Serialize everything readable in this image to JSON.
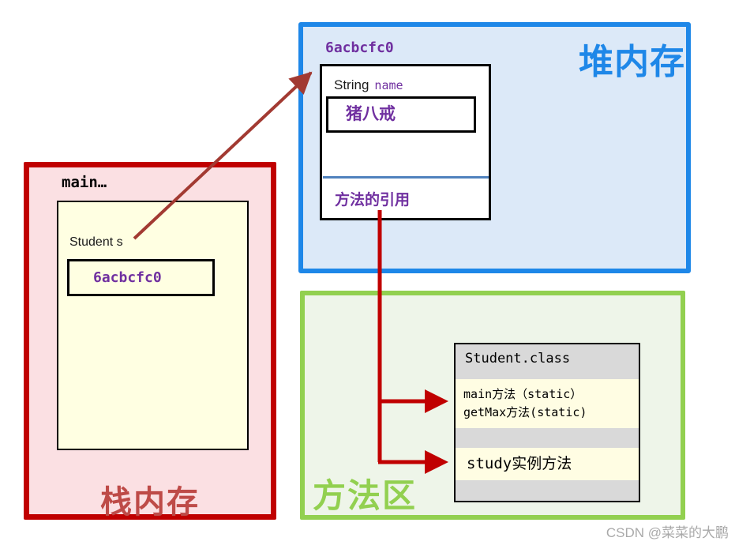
{
  "heap": {
    "title": "堆内存",
    "address": "6acbcfc0",
    "object": {
      "field_type": "String",
      "field_name": "name",
      "field_value": "猪八戒",
      "methods_ref_label": "方法的引用"
    }
  },
  "stack": {
    "title": "栈内存",
    "frame_label": "main…",
    "variable": "Student s",
    "address": "6acbcfc0"
  },
  "method_area": {
    "title": "方法区",
    "class_box": {
      "header": "Student.class",
      "static_methods": [
        "main方法（static）",
        "getMax方法(static)"
      ],
      "instance_method": "study实例方法"
    }
  },
  "watermark": {
    "text": "CSDN @菜菜的大鹏"
  },
  "colors": {
    "heap_border": "#1E87E8",
    "heap_fill": "#DCE9F8",
    "stack_border": "#C00000",
    "stack_fill": "#FBE0E3",
    "stack_title": "#BE4B48",
    "method_border": "#92D050",
    "method_fill": "#EEF5E9",
    "purple_text": "#7030A0",
    "divider_blue": "#4F81BD",
    "class_box_gray": "#D9D9D9",
    "method_band_yellow": "#FFFDE3",
    "frame_yellow": "#FFFFE2",
    "arrow_bright_red": "#C00000",
    "arrow_dark_red": "#A23A32"
  }
}
